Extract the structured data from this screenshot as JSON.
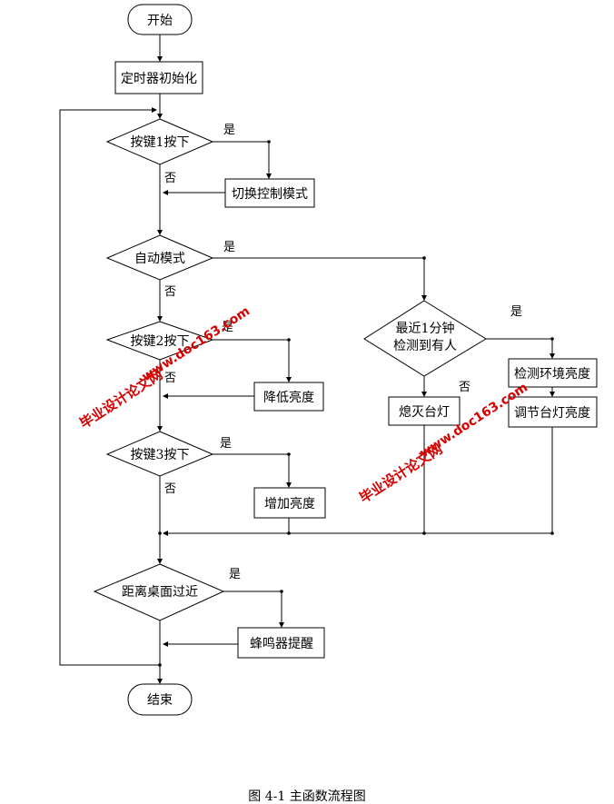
{
  "flowchart": {
    "start": "开始",
    "init_timer": "定时器初始化",
    "key1_pressed": "按键1按下",
    "switch_mode": "切换控制模式",
    "auto_mode": "自动模式",
    "someone_detected": [
      "最近1分钟",
      "检测到有人"
    ],
    "lamp_off": "熄灭台灯",
    "detect_ambient": "检测环境亮度",
    "adjust_lamp": "调节台灯亮度",
    "key2_pressed": "按键2按下",
    "reduce_brightness": "降低亮度",
    "key3_pressed": "按键3按下",
    "increase_brightness": "增加亮度",
    "distance_check": "距离桌面过近",
    "buzzer_alert": "蜂鸣器提醒",
    "end": "结束"
  },
  "labels": {
    "yes": "是",
    "no": "否"
  },
  "watermark": {
    "cn": "毕业设计论文网",
    "url": "www.doc163.com"
  },
  "caption": "图 4-1  主函数流程图",
  "colors": {
    "line": "#000000",
    "watermark": "#d80000"
  }
}
